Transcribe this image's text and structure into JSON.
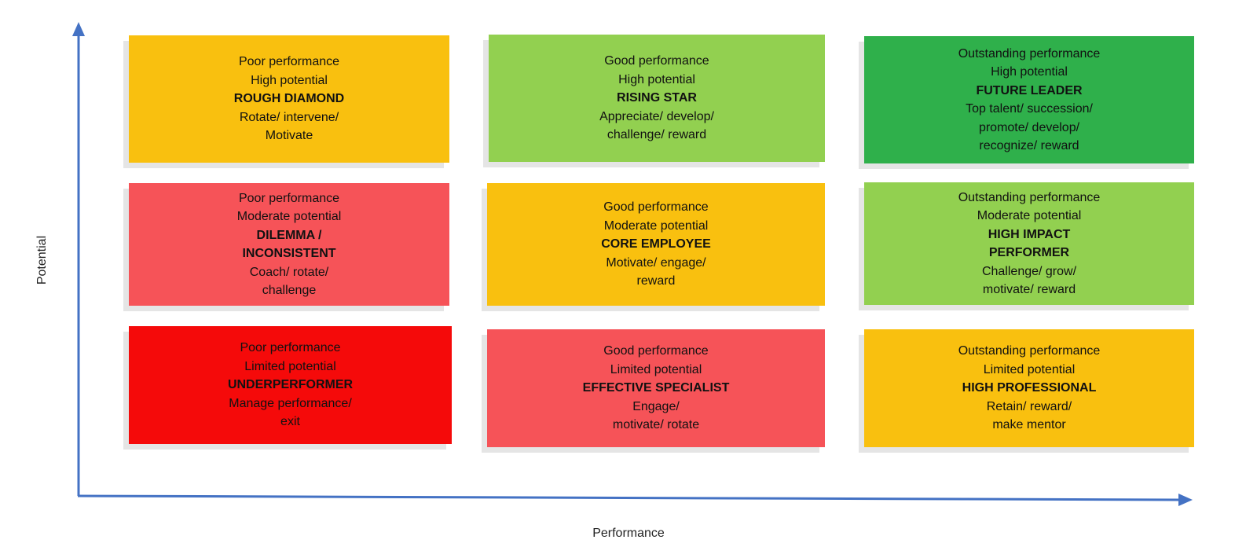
{
  "axes": {
    "y_label": "Potential",
    "x_label": "Performance",
    "color": "#4472c4"
  },
  "grid": [
    [
      {
        "color": "#f9c00f",
        "performance": "Poor performance",
        "potential": "High potential",
        "title": "ROUGH DIAMOND",
        "actions": [
          "Rotate/ intervene/",
          "Motivate"
        ]
      },
      {
        "color": "#92d050",
        "performance": "Good performance",
        "potential": "High potential",
        "title": "RISING STAR",
        "actions": [
          "Appreciate/ develop/",
          "challenge/ reward"
        ]
      },
      {
        "color": "#2fb04b",
        "performance": "Outstanding performance",
        "potential": "High potential",
        "title": "FUTURE LEADER",
        "actions": [
          "Top talent/ succession/",
          "promote/ develop/",
          "recognize/ reward"
        ]
      }
    ],
    [
      {
        "color": "#f65358",
        "performance": "Poor performance",
        "potential": "Moderate potential",
        "title": "DILEMMA /",
        "title2": "INCONSISTENT",
        "actions": [
          "Coach/ rotate/",
          "challenge"
        ]
      },
      {
        "color": "#f9c00f",
        "performance": "Good performance",
        "potential": "Moderate potential",
        "title": "CORE EMPLOYEE",
        "actions": [
          "Motivate/ engage/",
          "reward"
        ]
      },
      {
        "color": "#92d050",
        "performance": "Outstanding performance",
        "potential": "Moderate potential",
        "title": "HIGH IMPACT",
        "title2": "PERFORMER",
        "actions": [
          "Challenge/ grow/",
          "motivate/ reward"
        ]
      }
    ],
    [
      {
        "color": "#f50a0a",
        "performance": "Poor performance",
        "potential": "Limited potential",
        "title": "UNDERPERFORMER",
        "actions": [
          "Manage performance/",
          "exit"
        ]
      },
      {
        "color": "#f65358",
        "performance": "Good performance",
        "potential": "Limited potential",
        "title": "EFFECTIVE SPECIALIST",
        "actions": [
          "Engage/",
          "motivate/ rotate"
        ]
      },
      {
        "color": "#f9c00f",
        "performance": "Outstanding performance",
        "potential": "Limited potential",
        "title": "HIGH PROFESSIONAL",
        "actions": [
          "Retain/ reward/",
          "make mentor"
        ]
      }
    ]
  ]
}
